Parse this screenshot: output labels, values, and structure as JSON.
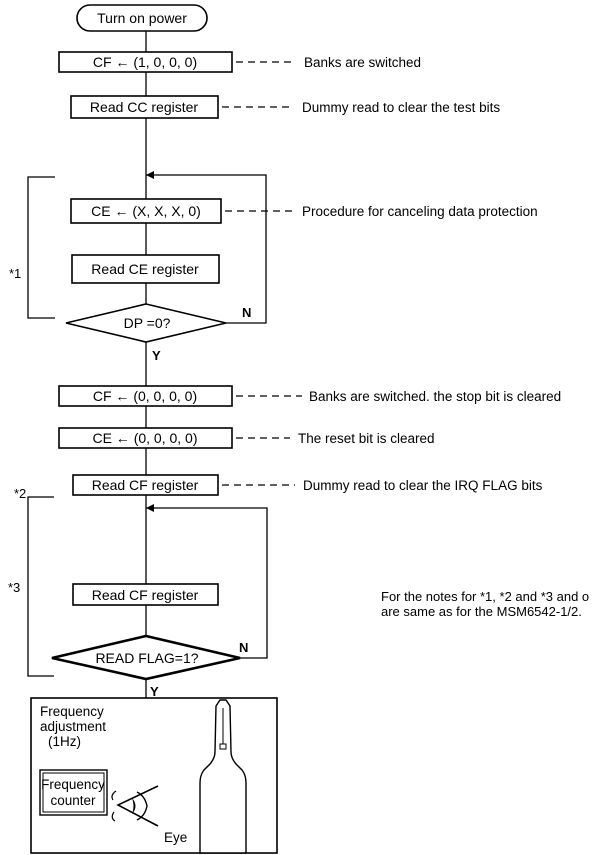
{
  "flow": {
    "start": "Turn on power",
    "step1": "CF ← (1, 0, 0, 0)",
    "step2": "Read CC register",
    "step3": "CE ← (X, X, X, 0)",
    "step4": "Read CE register",
    "decision1": "DP =0?",
    "step5": "CF ← (0, 0, 0, 0)",
    "step6": "CE ← (0, 0, 0, 0)",
    "step7": "Read CF register",
    "step8": "Read CF register",
    "decision2": "READ FLAG=1?",
    "yes_label": "Y",
    "no_label": "N",
    "final_title_line1": "Frequency",
    "final_title_line2": "adjustment",
    "final_title_line3": "(1Hz)",
    "counter_line1": "Frequency",
    "counter_line2": "counter",
    "eye_label": "Eye"
  },
  "annotations": {
    "a1": "Banks are switched",
    "a2": "Dummy read to clear the test bits",
    "a3": "Procedure for canceling data protection",
    "a5": "Banks are switched.  the stop bit is cleared",
    "a6": "The reset bit is cleared",
    "a7": "Dummy read to clear the IRQ  FLAG bits"
  },
  "brackets": {
    "b1": "*1",
    "b2": "*2",
    "b3": "*3"
  },
  "note": {
    "line1": "For the notes for *1, *2 and *3 and o",
    "line2": "are same as for the MSM6542-1/2."
  }
}
